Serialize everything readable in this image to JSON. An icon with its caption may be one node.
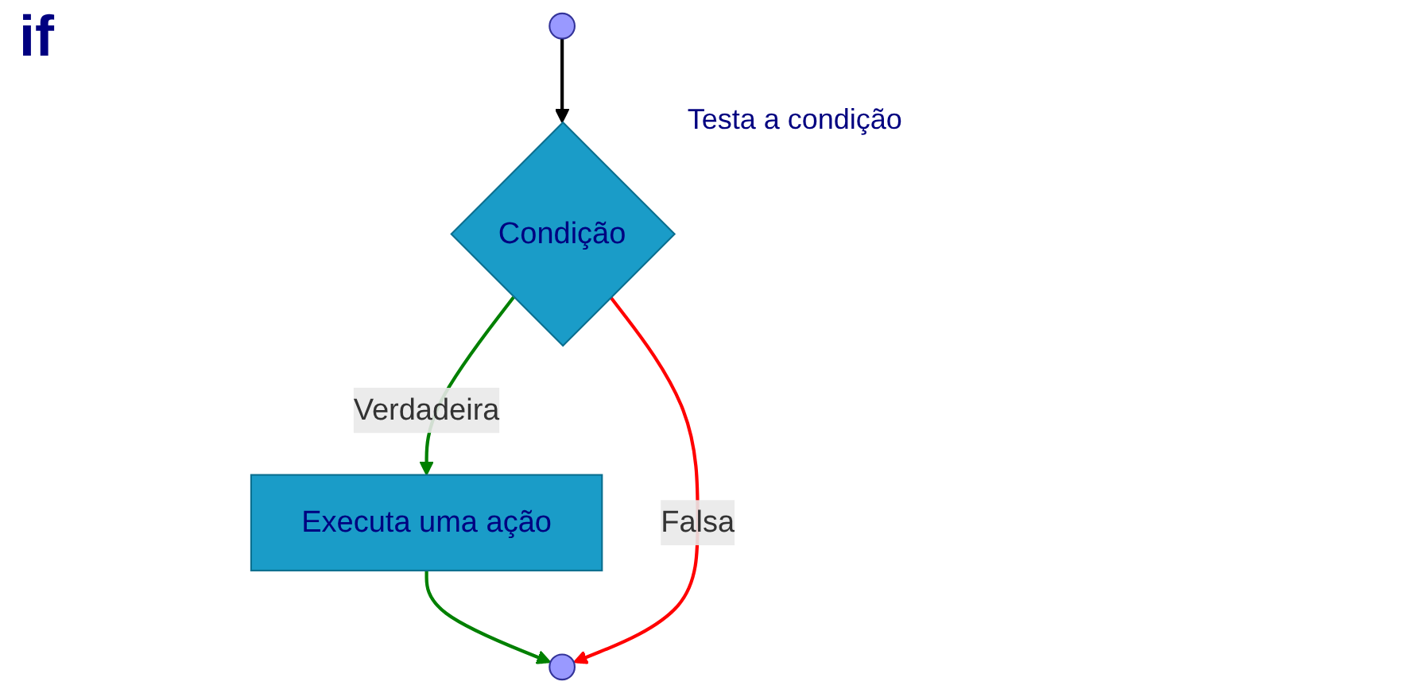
{
  "diagram": {
    "title": "if",
    "nodes": [
      {
        "text": [],
        "shape": "circle"
      },
      {
        "text": [
          "Condição"
        ],
        "beside": [
          "Testa a condição"
        ]
      },
      {
        "text": [
          "Executa uma ação"
        ]
      },
      {
        "text": [],
        "shape": "circle"
      }
    ],
    "edges": [
      {
        "from": 0,
        "to": 1,
        "arrow": "to",
        "color": "#000000"
      },
      {
        "from": 1,
        "to": 2,
        "arrow": "to",
        "label": "Verdadeira",
        "color": "#008000"
      },
      {
        "from": 2,
        "to": 3,
        "arrow": "to",
        "color": "#008000"
      },
      {
        "from": 1,
        "to": 3,
        "arrow": "to",
        "label": "Falsa",
        "color": "#ff0000"
      }
    ]
  }
}
